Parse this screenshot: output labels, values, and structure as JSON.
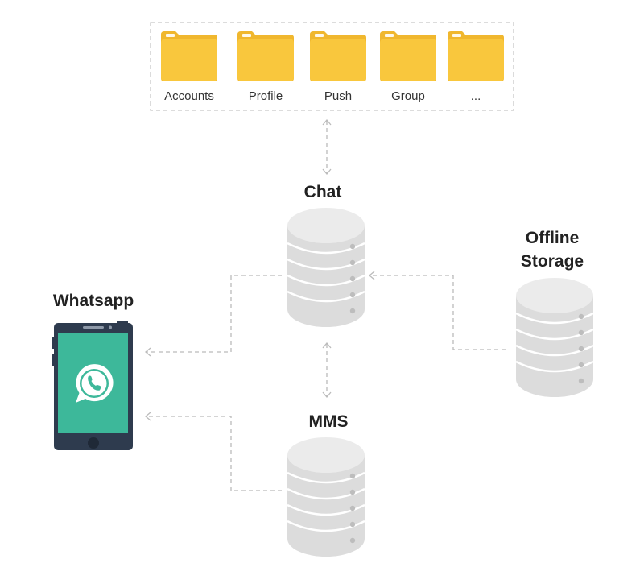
{
  "colors": {
    "folder": "#F9C73D",
    "folder_tab": "#F0B72E",
    "db_body": "#DCDCDC",
    "db_top": "#EBEBEB",
    "db_line": "#FFFFFF",
    "db_dot": "#BDBDBD",
    "dash": "#BBBBBB",
    "phone_body": "#2E3B4E",
    "phone_screen": "#3DB89A",
    "whatsapp_badge": "#FFFFFF",
    "whatsapp_glyph": "#3DB89A"
  },
  "folders": [
    {
      "label": "Accounts",
      "icon": "folder-icon"
    },
    {
      "label": "Profile",
      "icon": "folder-icon"
    },
    {
      "label": "Push",
      "icon": "folder-icon"
    },
    {
      "label": "Group",
      "icon": "folder-icon"
    },
    {
      "label": "...",
      "icon": "folder-icon"
    }
  ],
  "nodes": {
    "chat": {
      "label": "Chat",
      "icon": "database-icon"
    },
    "mms": {
      "label": "MMS",
      "icon": "database-icon"
    },
    "offline": {
      "label_line1": "Offline",
      "label_line2": "Storage",
      "icon": "database-icon"
    },
    "whatsapp": {
      "label": "Whatsapp",
      "icon": "phone-icon"
    }
  }
}
